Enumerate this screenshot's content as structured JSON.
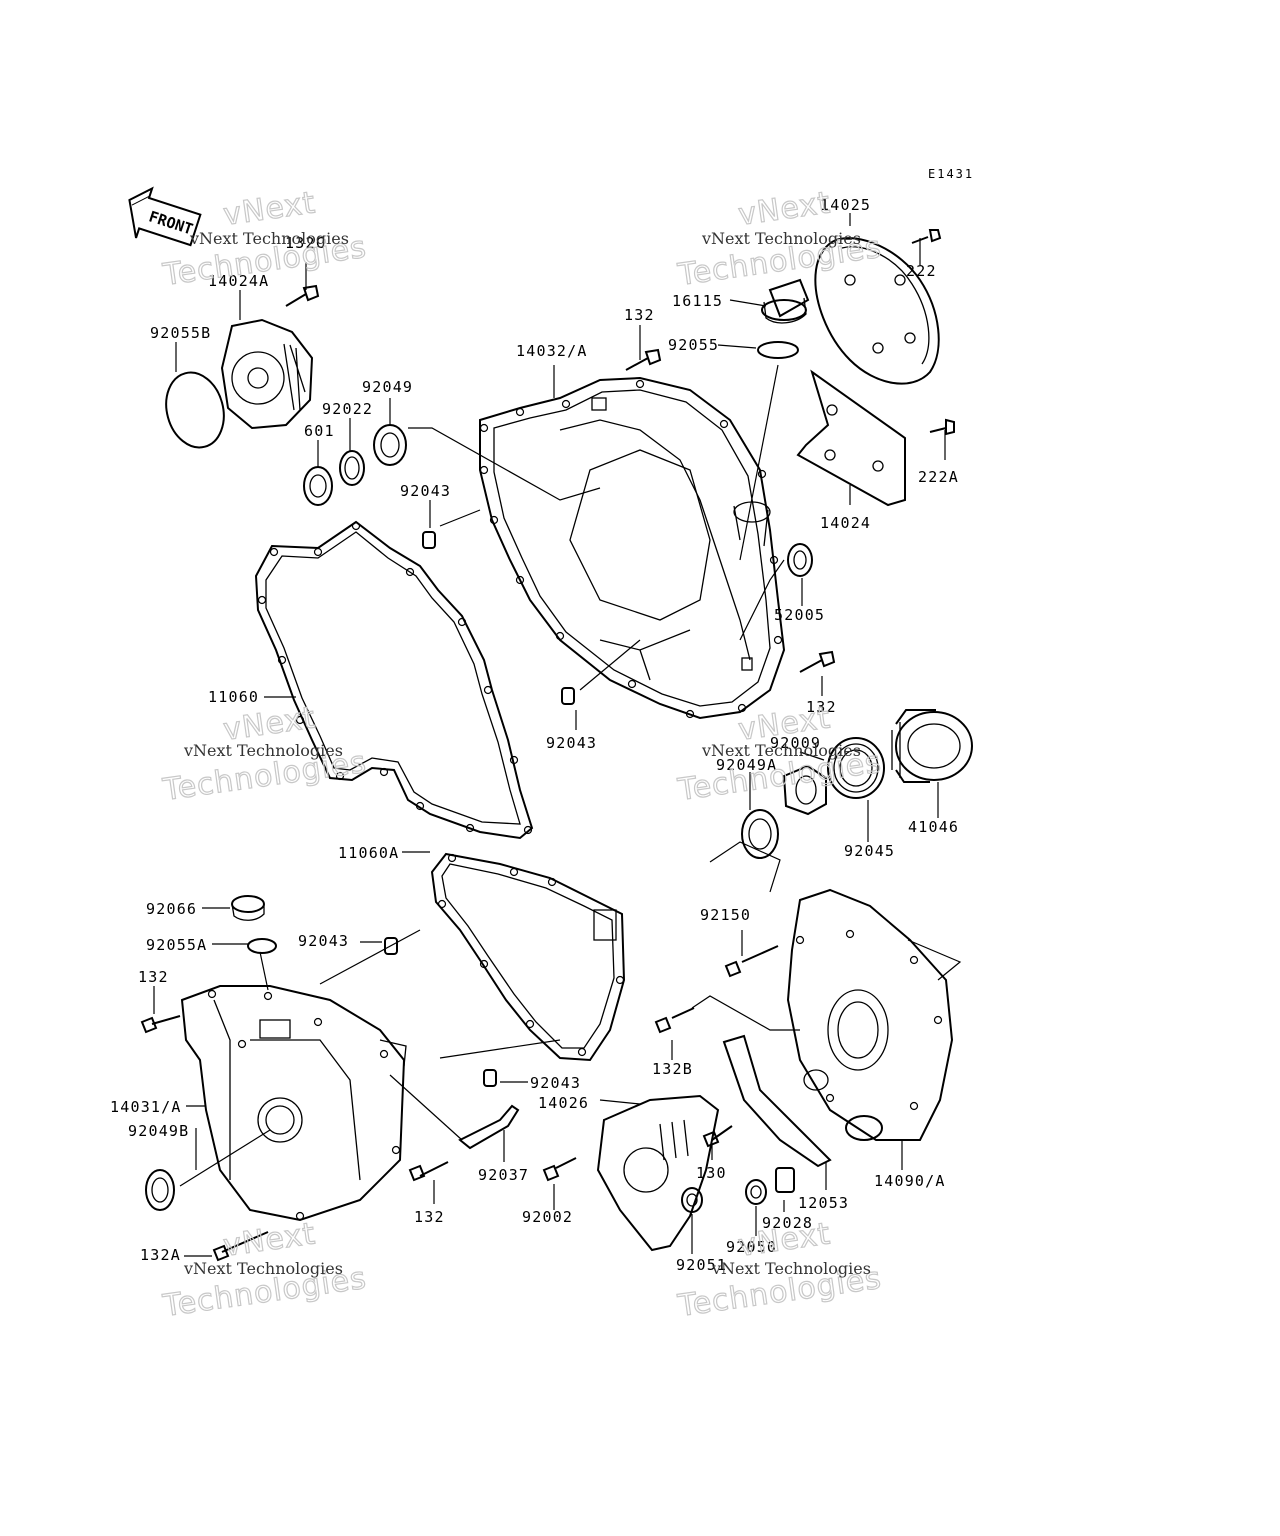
{
  "diagram_ref": "E1431",
  "front_label": "FRONT",
  "watermark": {
    "line1": "vNext Technologies",
    "line2": "Technologies",
    "line3": "vNext"
  },
  "parts": {
    "p14025": "14025",
    "p222": "222",
    "p16115": "16115",
    "p92055": "92055",
    "p222A": "222A",
    "p14024": "14024",
    "p132c": "132C",
    "p14024A": "14024A",
    "p92055B": "92055B",
    "p132_top": "132",
    "p14032A": "14032/A",
    "p92049": "92049",
    "p92022": "92022",
    "p601": "601",
    "p92043_a": "92043",
    "p52005": "52005",
    "p11060": "11060",
    "p132_mid": "132",
    "p92043_b": "92043",
    "p92009": "92009",
    "p92049A": "92049A",
    "p41046": "41046",
    "p92045": "92045",
    "p11060A": "11060A",
    "p92066": "92066",
    "p92043_c": "92043",
    "p92055A": "92055A",
    "p132_left": "132",
    "p92150": "92150",
    "p132B": "132B",
    "p92043_d": "92043",
    "p14026": "14026",
    "p14031A": "14031/A",
    "p92049B": "92049B",
    "p92037": "92037",
    "p130": "130",
    "p12053": "12053",
    "p14090A": "14090/A",
    "p132_bot": "132",
    "p92002": "92002",
    "p92028": "92028",
    "p92050": "92050",
    "p92051": "92051",
    "p132A": "132A"
  }
}
